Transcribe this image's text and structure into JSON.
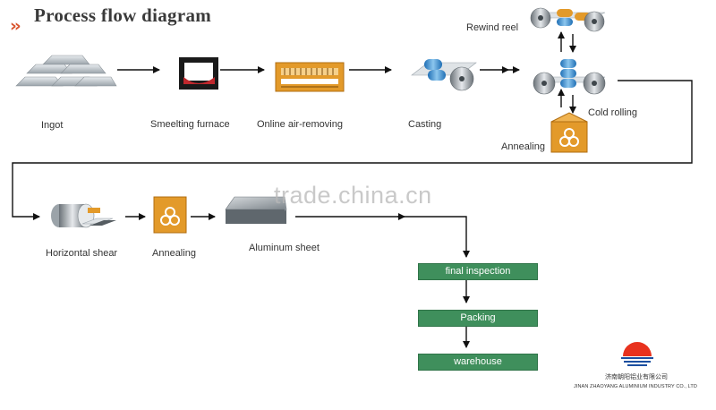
{
  "title": "Process flow diagram",
  "steps": {
    "ingot": "Ingot",
    "smelting": "Smeelting furnace",
    "air_removing": "Online air-removing",
    "casting": "Casting",
    "rewind_reel": "Rewind reel",
    "cold_rolling": "Cold rolling",
    "annealing_1": "Annealing",
    "horizontal_shear": "Horizontal shear",
    "annealing_2": "Annealing",
    "aluminum_sheet": "Aluminum sheet"
  },
  "boxes": {
    "final_inspection": "final inspection",
    "packing": "Packing",
    "warehouse": "warehouse"
  },
  "watermark": "trade.china.cn",
  "company": {
    "name_cn": "济南朝阳铝业有限公司",
    "name_en": "JINAN ZHAOYANG ALUMINIUM INDUSTRY CO., LTD"
  },
  "colors": {
    "box_fill": "#3f8f5c",
    "accent_orange": "#e39a2a",
    "logo_red": "#e8321e",
    "logo_blue": "#1b4fa0"
  }
}
